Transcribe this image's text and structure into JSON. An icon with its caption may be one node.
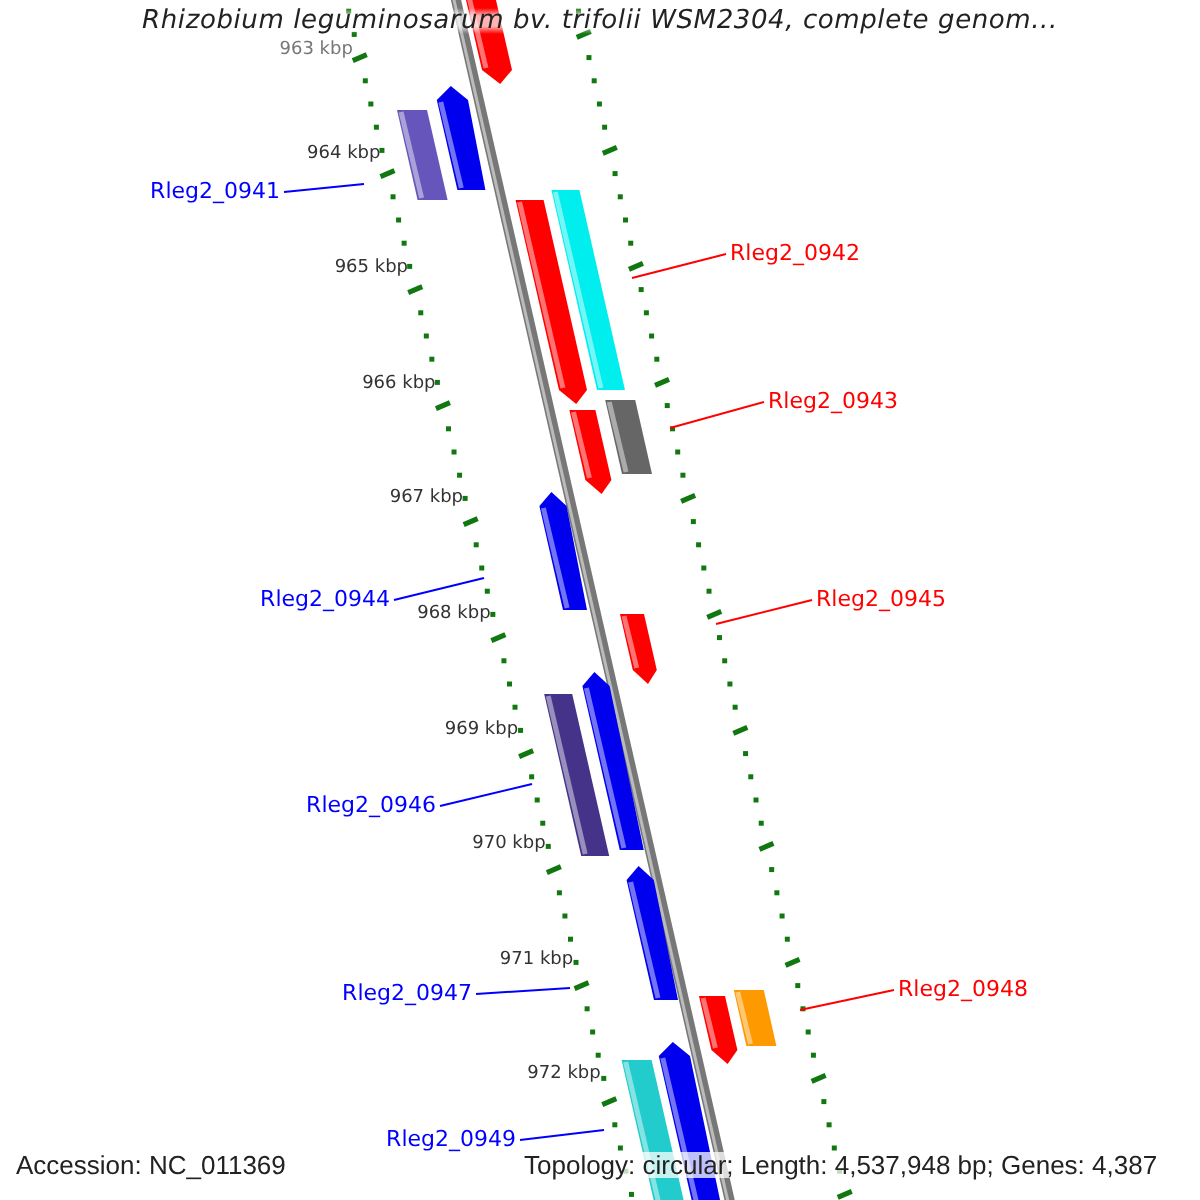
{
  "diagram": {
    "title": "Rhizobium leguminosarum bv. trifolii WSM2304, complete genom...",
    "nodes": [
      {
        "text": [
          "Rleg2_0941"
        ]
      },
      {
        "text": [
          "Rleg2_0942"
        ]
      },
      {
        "text": [
          "Rleg2_0943"
        ]
      },
      {
        "text": [
          "Rleg2_0944"
        ]
      },
      {
        "text": [
          "Rleg2_0945"
        ]
      },
      {
        "text": [
          "Rleg2_0946"
        ]
      },
      {
        "text": [
          "Rleg2_0947"
        ]
      },
      {
        "text": [
          "Rleg2_0948"
        ]
      },
      {
        "text": [
          "Rleg2_0949"
        ]
      }
    ],
    "edges": [
      {
        "from": 0,
        "to": null,
        "arrow": "none"
      },
      {
        "from": 1,
        "to": null,
        "arrow": "none",
        "color": "#ff0000"
      },
      {
        "from": 2,
        "to": null,
        "arrow": "none",
        "color": "#ff0000"
      },
      {
        "from": 3,
        "to": null,
        "arrow": "none"
      },
      {
        "from": 4,
        "to": null,
        "arrow": "none",
        "color": "#ff0000"
      },
      {
        "from": 5,
        "to": null,
        "arrow": "none"
      },
      {
        "from": 6,
        "to": null,
        "arrow": "none"
      },
      {
        "from": 7,
        "to": null,
        "arrow": "none",
        "color": "#ff0000"
      },
      {
        "from": 8,
        "to": null,
        "arrow": "none"
      }
    ],
    "labels": [
      "963 kbp",
      "964 kbp",
      "965 kbp",
      "966 kbp",
      "967 kbp",
      "968 kbp",
      "969 kbp",
      "970 kbp",
      "971 kbp",
      "972 kbp",
      "Accession: NC_011369",
      "Topology: circular; Length: 4,537,948 bp; Genes: 4,387"
    ]
  }
}
